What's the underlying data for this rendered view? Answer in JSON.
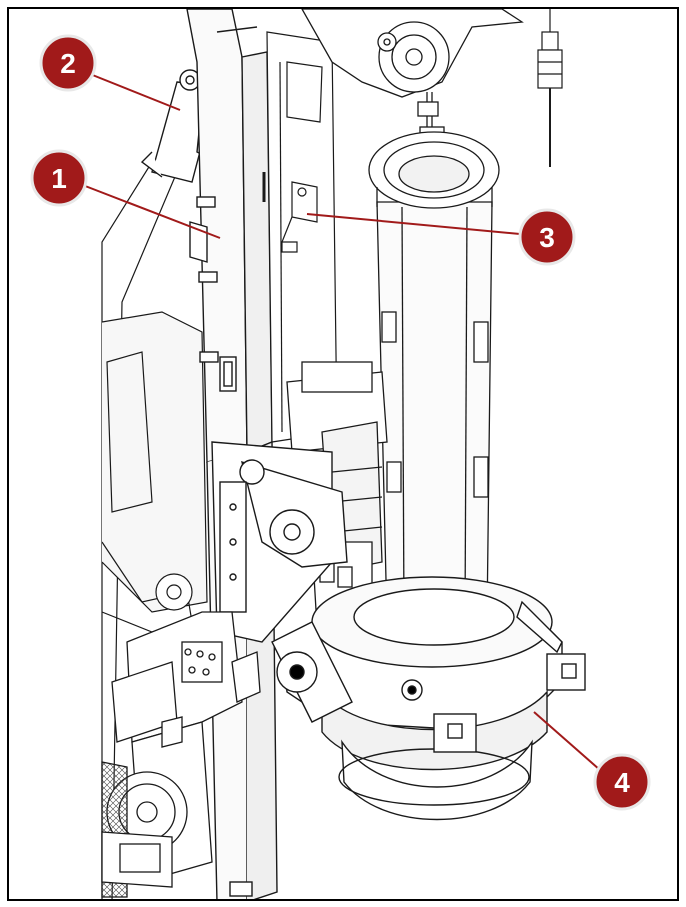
{
  "colors": {
    "callout_fill": "#a11a1a",
    "callout_stroke": "#e8e8e8",
    "leader_line": "#a11a1a",
    "drawing_line": "#1a1a1a"
  },
  "callouts": [
    {
      "id": "1",
      "label": "1"
    },
    {
      "id": "2",
      "label": "2"
    },
    {
      "id": "3",
      "label": "3"
    },
    {
      "id": "4",
      "label": "4"
    }
  ]
}
